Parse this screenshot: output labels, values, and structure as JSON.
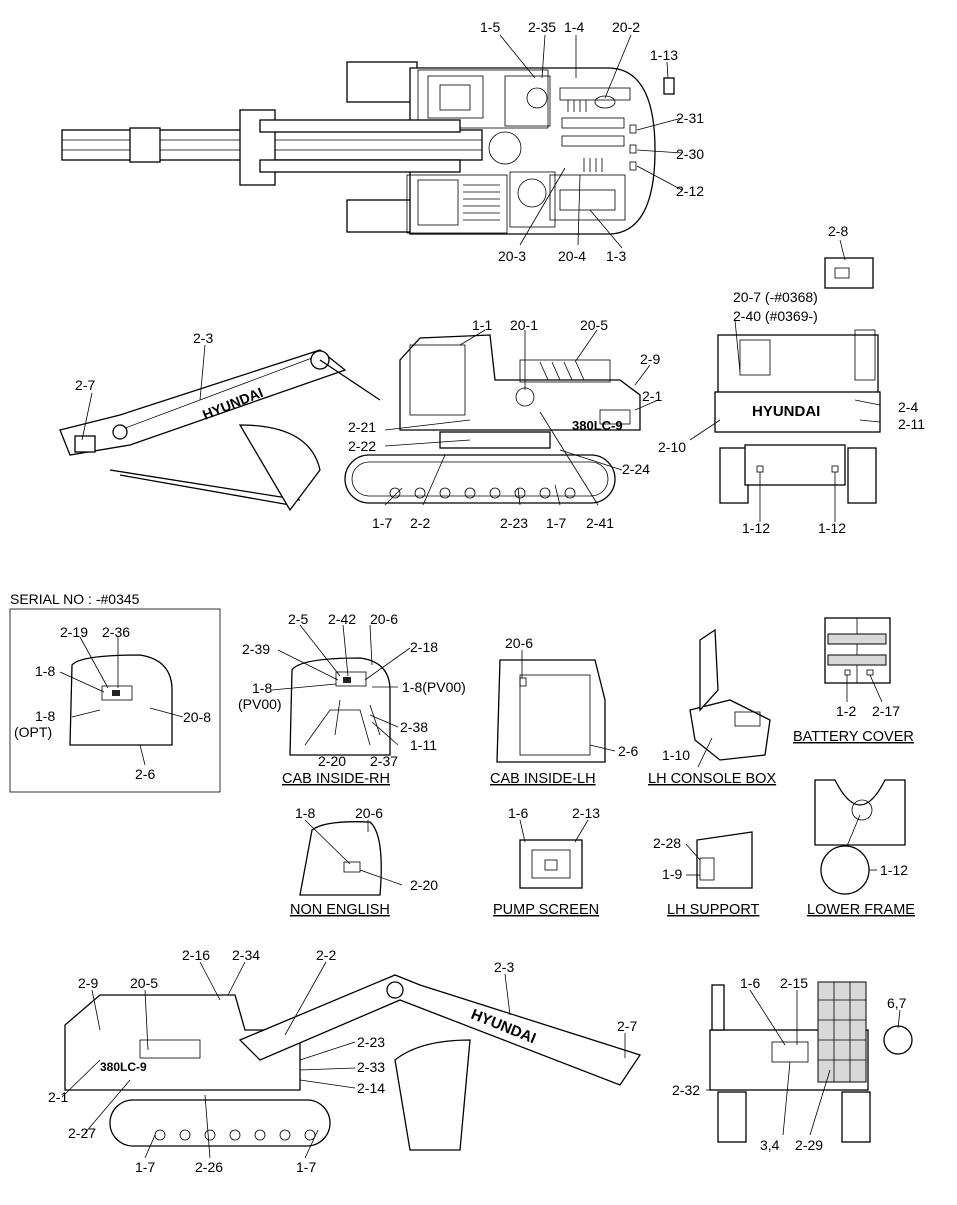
{
  "brand_text": "HYUNDAI",
  "model_text": "380LC-9",
  "serial_note": "SERIAL NO : -#0345",
  "captions": {
    "cab_rh": "CAB INSIDE-RH",
    "cab_lh": "CAB INSIDE-LH",
    "console": "LH CONSOLE BOX",
    "battery": "BATTERY COVER",
    "non_english": "NON ENGLISH",
    "pump_screen": "PUMP SCREEN",
    "lh_support": "LH SUPPORT",
    "lower_frame": "LOWER FRAME"
  },
  "labels": {
    "top": [
      "1-5",
      "2-35",
      "1-4",
      "20-2",
      "1-13",
      "2-31",
      "2-30",
      "2-12",
      "20-3",
      "20-4",
      "1-3"
    ],
    "side": [
      "1-1",
      "20-1",
      "20-5",
      "2-3",
      "2-7",
      "2-9",
      "2-1",
      "2-21",
      "2-22",
      "2-24",
      "1-7",
      "2-2",
      "2-23",
      "1-7",
      "2-41"
    ],
    "rear": [
      "2-8",
      "20-7 (-#0368)",
      "2-40 (#0369-)",
      "2-4",
      "2-11",
      "2-10",
      "1-12",
      "1-12"
    ],
    "serial": [
      "2-19",
      "2-36",
      "1-8",
      "1-8",
      "(OPT)",
      "20-8",
      "2-6"
    ],
    "cab_rh": [
      "2-5",
      "2-42",
      "20-6",
      "2-39",
      "2-18",
      "1-8",
      "(PV00)",
      "1-8(PV00)",
      "2-38",
      "1-11",
      "2-20",
      "2-37"
    ],
    "cab_lh": [
      "20-6",
      "2-6"
    ],
    "console": [
      "1-10"
    ],
    "battery": [
      "1-2",
      "2-17"
    ],
    "non_english": [
      "1-8",
      "20-6",
      "2-20"
    ],
    "pump": [
      "1-6",
      "2-13"
    ],
    "support": [
      "2-28",
      "1-9"
    ],
    "lower": [
      "1-12"
    ],
    "bottom_side": [
      "2-16",
      "2-34",
      "2-2",
      "2-3",
      "2-9",
      "20-5",
      "2-7",
      "2-23",
      "2-33",
      "2-14",
      "2-1",
      "2-27",
      "1-7",
      "2-26",
      "1-7"
    ],
    "bottom_rear": [
      "1-6",
      "2-15",
      "6,7",
      "2-32",
      "3,4",
      "2-29"
    ]
  }
}
